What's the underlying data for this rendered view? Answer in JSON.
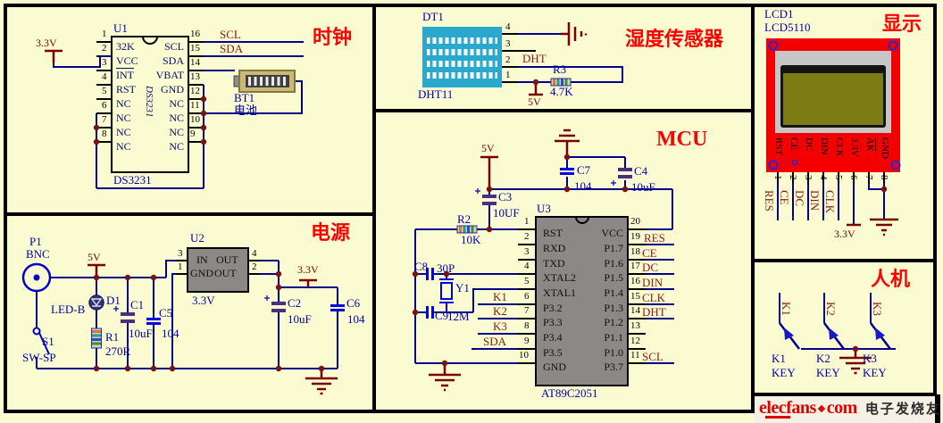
{
  "clock": {
    "title": "时钟",
    "v33": "3.3V",
    "scl": "SCL",
    "sda": "SDA",
    "u1": "U1",
    "part": "DS3231",
    "part_bottom": "DS3231",
    "watermark": "DS3231",
    "bt1": "BT1",
    "battery_cn": "电池",
    "lnums": [
      "1",
      "2",
      "3",
      "4",
      "5",
      "6",
      "7",
      "8"
    ],
    "lnames": [
      "32K",
      "VCC",
      "INT",
      "RST",
      "NC",
      "NC",
      "NC",
      "NC"
    ],
    "rnums": [
      "16",
      "15",
      "14",
      "13",
      "12",
      "11",
      "10",
      "9"
    ],
    "rnames": [
      "SCL",
      "SDA",
      "VBAT",
      "GND",
      "NC",
      "NC",
      "NC",
      "NC"
    ]
  },
  "power": {
    "title": "电源",
    "p1": "P1",
    "bnc": "BNC",
    "v5": "5V",
    "led": "LED-B",
    "d1": "D1",
    "c1": "C1",
    "c1v": "10uF",
    "c5": "C5",
    "c5v": "104",
    "s1": "S1",
    "sw": "SW-SP",
    "r1": "R1",
    "r1v": "270R",
    "u2": "U2",
    "u2v": "3.3V",
    "n3": "3",
    "n1": "1",
    "n4": "4",
    "n2": "2",
    "in": "IN",
    "gnd": "GND",
    "out1": "OUT",
    "out2": "OUT",
    "v33": "3.3V",
    "c2": "C2",
    "c2v": "10uF",
    "c6": "C6",
    "c6v": "104"
  },
  "humidity": {
    "title": "湿度传感器",
    "dt1": "DT1",
    "part": "DHT11",
    "n4": "4",
    "n3": "3",
    "n2": "2",
    "n1": "1",
    "dht": "DHT",
    "r3": "R3",
    "r3v": "4.7K",
    "v5": "5V"
  },
  "mcu": {
    "title": "MCU",
    "v5": "5V",
    "c3": "C3",
    "c3v": "10UF",
    "r2": "R2",
    "r2v": "10K",
    "c7": "C7",
    "c7v": "104",
    "c4": "C4",
    "c4v": "10uF",
    "u3": "U3",
    "part": "AT89C2051",
    "c8": "C8",
    "c8v": "30P",
    "c9": "C9",
    "y1": "Y1",
    "y1v": "12M",
    "lpins": [
      {
        "n": "1",
        "name": "RST"
      },
      {
        "n": "2",
        "name": "RXD"
      },
      {
        "n": "3",
        "name": "TXD"
      },
      {
        "n": "4",
        "name": "XTAL2"
      },
      {
        "n": "5",
        "name": "XTAL1"
      },
      {
        "n": "6",
        "name": "P3.2"
      },
      {
        "n": "7",
        "name": "P3.3"
      },
      {
        "n": "8",
        "name": "P3.4"
      },
      {
        "n": "9",
        "name": "P3.5"
      },
      {
        "n": "10",
        "name": "GND"
      }
    ],
    "rpins": [
      {
        "n": "20",
        "name": "VCC",
        "net": ""
      },
      {
        "n": "19",
        "name": "P1.7",
        "net": "RES"
      },
      {
        "n": "18",
        "name": "P1.6",
        "net": "CE"
      },
      {
        "n": "17",
        "name": "P1.5",
        "net": "DC"
      },
      {
        "n": "16",
        "name": "P1.4",
        "net": "DIN"
      },
      {
        "n": "15",
        "name": "P1.3",
        "net": "CLK"
      },
      {
        "n": "14",
        "name": "P1.2",
        "net": "DHT"
      },
      {
        "n": "13",
        "name": "P1.1",
        "net": ""
      },
      {
        "n": "12",
        "name": "P1.0",
        "net": ""
      },
      {
        "n": "11",
        "name": "P3.7",
        "net": "SCL"
      }
    ],
    "knets": [
      "K1",
      "K2",
      "K3",
      "SDA"
    ]
  },
  "display": {
    "title": "显示",
    "lcd1": "LCD1",
    "part": "LCD5110",
    "mpins": [
      "RST",
      "CE",
      "DC",
      "DIN",
      "CLK",
      "3.3V",
      "AK",
      "GND"
    ],
    "nums": [
      "1",
      "2",
      "3",
      "4",
      "5",
      "6",
      "7",
      "8"
    ],
    "nets": [
      "RES",
      "CE",
      "DC",
      "DIN",
      "CLK"
    ],
    "v33": "3.3V"
  },
  "hmi": {
    "title": "人机",
    "nets": [
      "K1",
      "K2",
      "K3"
    ],
    "refs": [
      "K1",
      "K2",
      "K3"
    ],
    "key": "KEY"
  },
  "logo": {
    "site": "elecfans",
    "tld": "com",
    "cn": "电子发烧友"
  }
}
